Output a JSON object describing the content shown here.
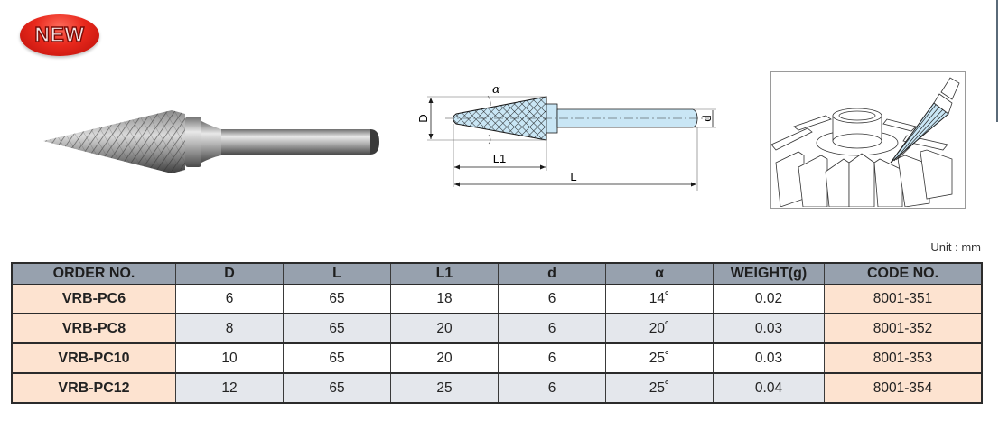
{
  "badge": {
    "label": "NEW"
  },
  "figures": {
    "photo": {
      "icon": "carbide-burr-photo"
    },
    "drawing": {
      "labels": {
        "alpha": "α",
        "D": "D",
        "d": "d",
        "L1": "L1",
        "L": "L"
      }
    },
    "usage": {
      "icon": "deburring-gear-illustration"
    }
  },
  "unit": "Unit : mm",
  "table": {
    "headers": [
      "ORDER NO.",
      "D",
      "L",
      "L1",
      "d",
      "α",
      "WEIGHT(g)",
      "CODE NO."
    ],
    "rows": [
      {
        "order": "VRB-PC6",
        "D": "6",
        "L": "65",
        "L1": "18",
        "d": "6",
        "alpha": "14˚",
        "weight": "0.02",
        "code": "8001-351"
      },
      {
        "order": "VRB-PC8",
        "D": "8",
        "L": "65",
        "L1": "20",
        "d": "6",
        "alpha": "20˚",
        "weight": "0.03",
        "code": "8001-352"
      },
      {
        "order": "VRB-PC10",
        "D": "10",
        "L": "65",
        "L1": "20",
        "d": "6",
        "alpha": "25˚",
        "weight": "0.03",
        "code": "8001-353"
      },
      {
        "order": "VRB-PC12",
        "D": "12",
        "L": "65",
        "L1": "25",
        "d": "6",
        "alpha": "25˚",
        "weight": "0.04",
        "code": "8001-354"
      }
    ]
  },
  "colors": {
    "header_bg": "#97a1ae",
    "order_bg": "#fde3d0",
    "row_alt_bg": "#e4e7ec",
    "badge_red": "#e8281c",
    "drawing_fill": "#c9e6f5"
  }
}
